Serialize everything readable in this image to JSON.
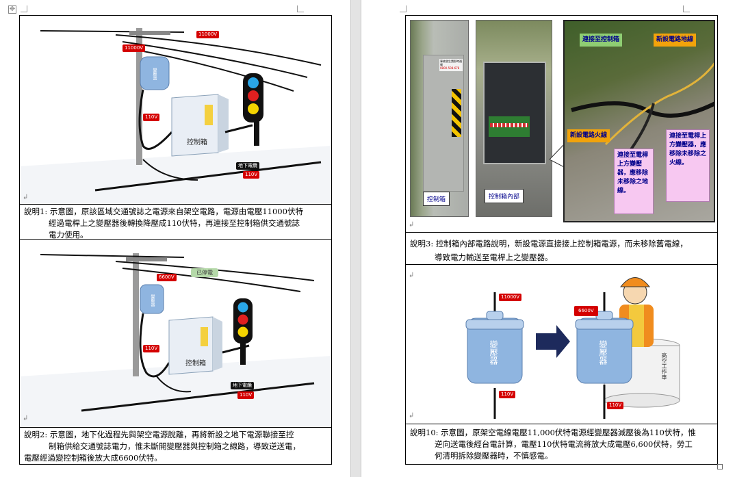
{
  "left_page": {
    "diagram1": {
      "voltage_top": "11000V",
      "voltage_pole": "11000V",
      "voltage_110": "110V",
      "transformer_label": "變壓器",
      "control_box_label": "控制箱",
      "underground_label": "地下電纜",
      "underground_voltage": "110V"
    },
    "caption1": {
      "prefix": "說明1:",
      "line1": "示意圖，原該區域交通號誌之電源來自架空電路，電源由電壓11000伏特",
      "line2": "經過電桿上之變壓器後轉換降壓成110伏特，再連接至控制箱供交通號誌",
      "line3": "電力使用。"
    },
    "diagram2": {
      "voltage_6600": "6600V",
      "stopped_label": "已停電",
      "voltage_110": "110V",
      "transformer_label": "變壓器",
      "control_box_label": "控制箱",
      "underground_label": "地下電纜",
      "underground_voltage": "110V"
    },
    "caption2": {
      "prefix": "說明2:",
      "line1": "示意圖，地下化過程先與架空電源脫離，再將新設之地下電源聯接至控",
      "line2": "制箱供給交通號誌電力，惟未斷開變壓器與控制箱之線路，導致逆送電，",
      "line3": "電壓經過變控制箱後放大成6600伏特。"
    }
  },
  "right_page": {
    "photos": {
      "tag_control_box": "控制箱",
      "tag_control_inside": "控制箱內部",
      "sticker_line1": "事故發生請即時通報",
      "sticker_line2": "0800-508-678",
      "ann_connect_box": "連接至控制箱",
      "ann_new_ground": "新設電路地線",
      "ann_new_live": "新設電路火線",
      "ann_pink1": "連接至電桿上方變壓器，應移除未移除之地線。",
      "ann_pink2": "連接至電桿上方變壓器，應移除未移除之火線。"
    },
    "caption3": {
      "prefix": "說明3:",
      "line1": "控制箱內部電路說明，新設電源直接接上控制箱電源，而未移除舊電線，",
      "line2": "導致電力輸送至電桿上之變壓器。"
    },
    "diagram10": {
      "voltage_11000": "11000V",
      "voltage_110_left": "110V",
      "voltage_6600": "6600V",
      "voltage_110_right": "110V",
      "transformer_label": "變壓器",
      "work_vehicle": "高空工作車"
    },
    "caption10": {
      "prefix": "說明10:",
      "line1": "示意圖，原架空電線電壓11,000伏特電源經變壓器減壓後為110伏特，惟",
      "line2": "逆向送電後經台電計算，電壓110伏特電流將放大成電壓6,600伏特，勞工",
      "line3": "何清明拆除變壓器時，不慎感電。"
    }
  },
  "colors": {
    "label_red": "#d40000",
    "transformer_blue": "#8fb5e0",
    "annotation_green": "#8fce73",
    "annotation_orange": "#f2a30b",
    "annotation_pink": "#f7c8f1"
  }
}
